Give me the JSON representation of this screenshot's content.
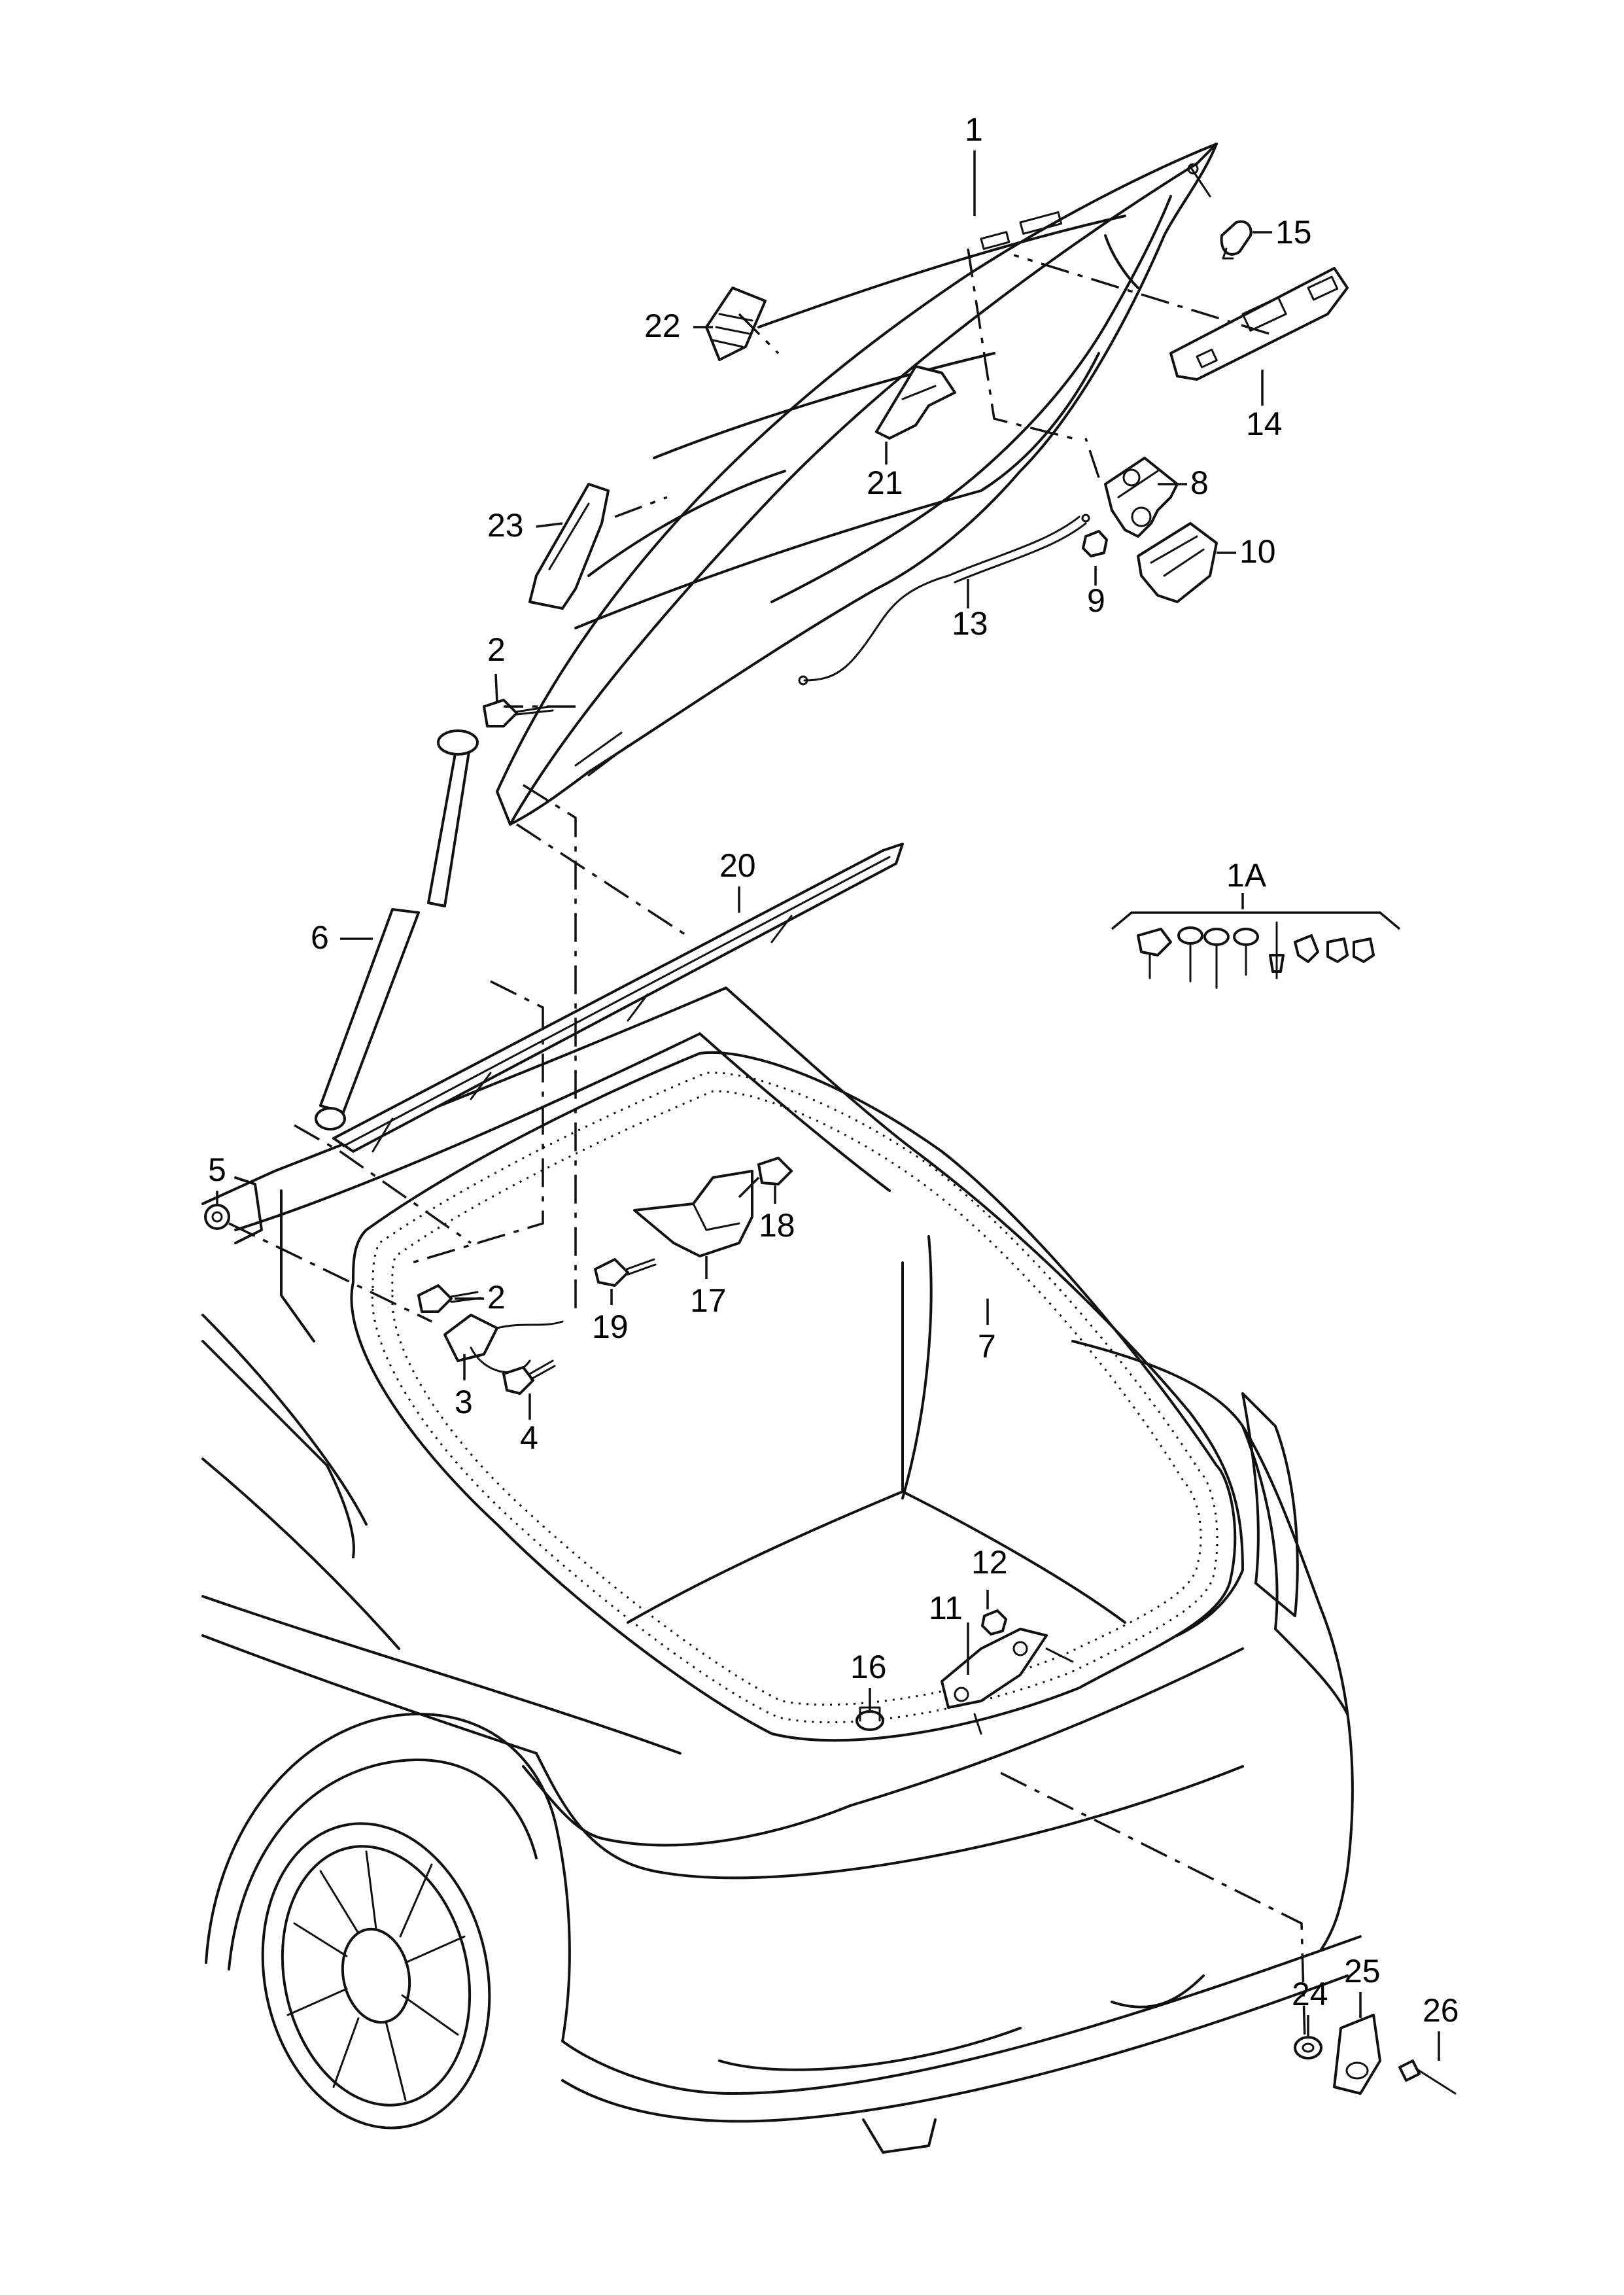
{
  "callouts": [
    {
      "id": "1",
      "text": "1"
    },
    {
      "id": "1A",
      "text": "1A"
    },
    {
      "id": "2a",
      "text": "2"
    },
    {
      "id": "2b",
      "text": "2"
    },
    {
      "id": "3",
      "text": "3"
    },
    {
      "id": "4",
      "text": "4"
    },
    {
      "id": "5",
      "text": "5"
    },
    {
      "id": "6",
      "text": "6"
    },
    {
      "id": "7",
      "text": "7"
    },
    {
      "id": "8",
      "text": "8"
    },
    {
      "id": "9",
      "text": "9"
    },
    {
      "id": "10",
      "text": "10"
    },
    {
      "id": "11",
      "text": "11"
    },
    {
      "id": "12",
      "text": "12"
    },
    {
      "id": "13",
      "text": "13"
    },
    {
      "id": "14",
      "text": "14"
    },
    {
      "id": "15",
      "text": "15"
    },
    {
      "id": "16",
      "text": "16"
    },
    {
      "id": "17",
      "text": "17"
    },
    {
      "id": "18",
      "text": "18"
    },
    {
      "id": "19",
      "text": "19"
    },
    {
      "id": "20",
      "text": "20"
    },
    {
      "id": "21",
      "text": "21"
    },
    {
      "id": "22",
      "text": "22"
    },
    {
      "id": "23",
      "text": "23"
    },
    {
      "id": "24",
      "text": "24"
    },
    {
      "id": "25",
      "text": "25"
    },
    {
      "id": "26",
      "text": "26"
    }
  ]
}
